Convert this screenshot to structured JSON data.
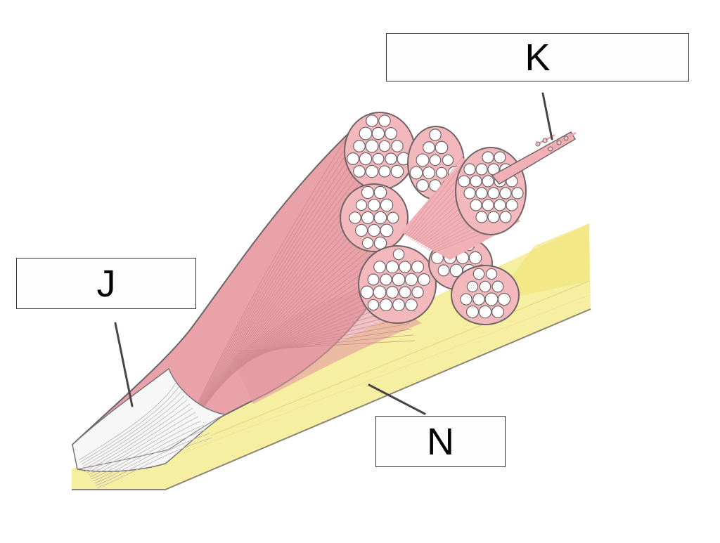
{
  "labels": {
    "k": "K",
    "j": "J",
    "n": "N"
  },
  "colors": {
    "muscle": "#e9a3a8",
    "muscle_dark": "#d98e94",
    "fascicle_fill": "#f2b8bc",
    "fiber": "#ffffff",
    "bone": "#f6eea0",
    "bone_edge": "#e9dd74",
    "tendon": "#f7f7f7",
    "outline": "#6e6468",
    "leader": "#4a4347"
  }
}
